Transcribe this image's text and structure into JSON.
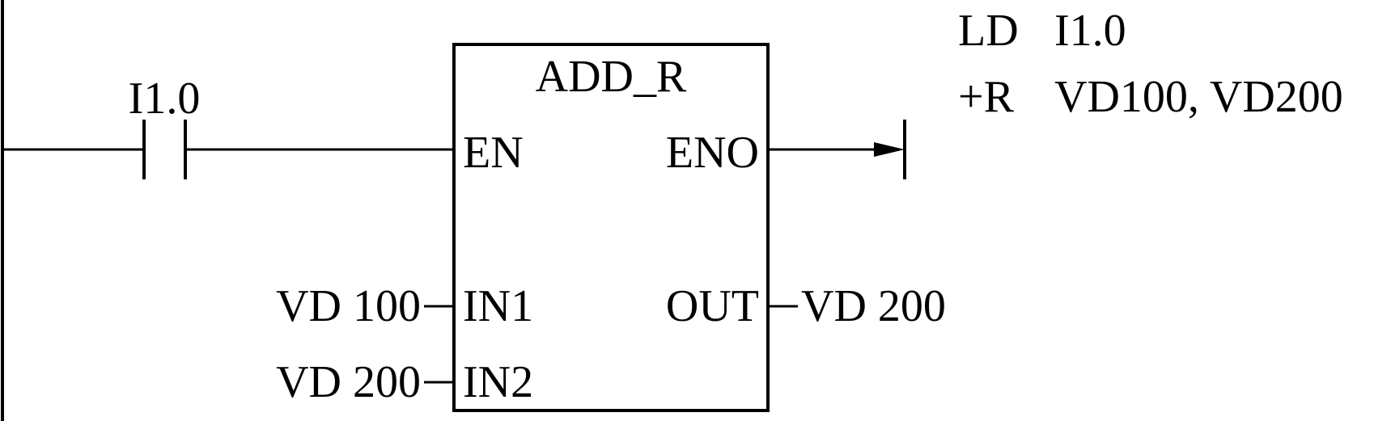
{
  "ladder": {
    "contact_label": "I1.0",
    "box": {
      "title": "ADD_R",
      "en": "EN",
      "eno": "ENO",
      "in1": "IN1",
      "in2": "IN2",
      "out": "OUT"
    },
    "in1_operand": "VD 100",
    "in2_operand": "VD 200",
    "out_operand": "VD 200"
  },
  "statement_list": {
    "line1": {
      "op": "LD",
      "arg": "I1.0"
    },
    "line2": {
      "op": "+R",
      "arg": "VD100, VD200"
    }
  }
}
